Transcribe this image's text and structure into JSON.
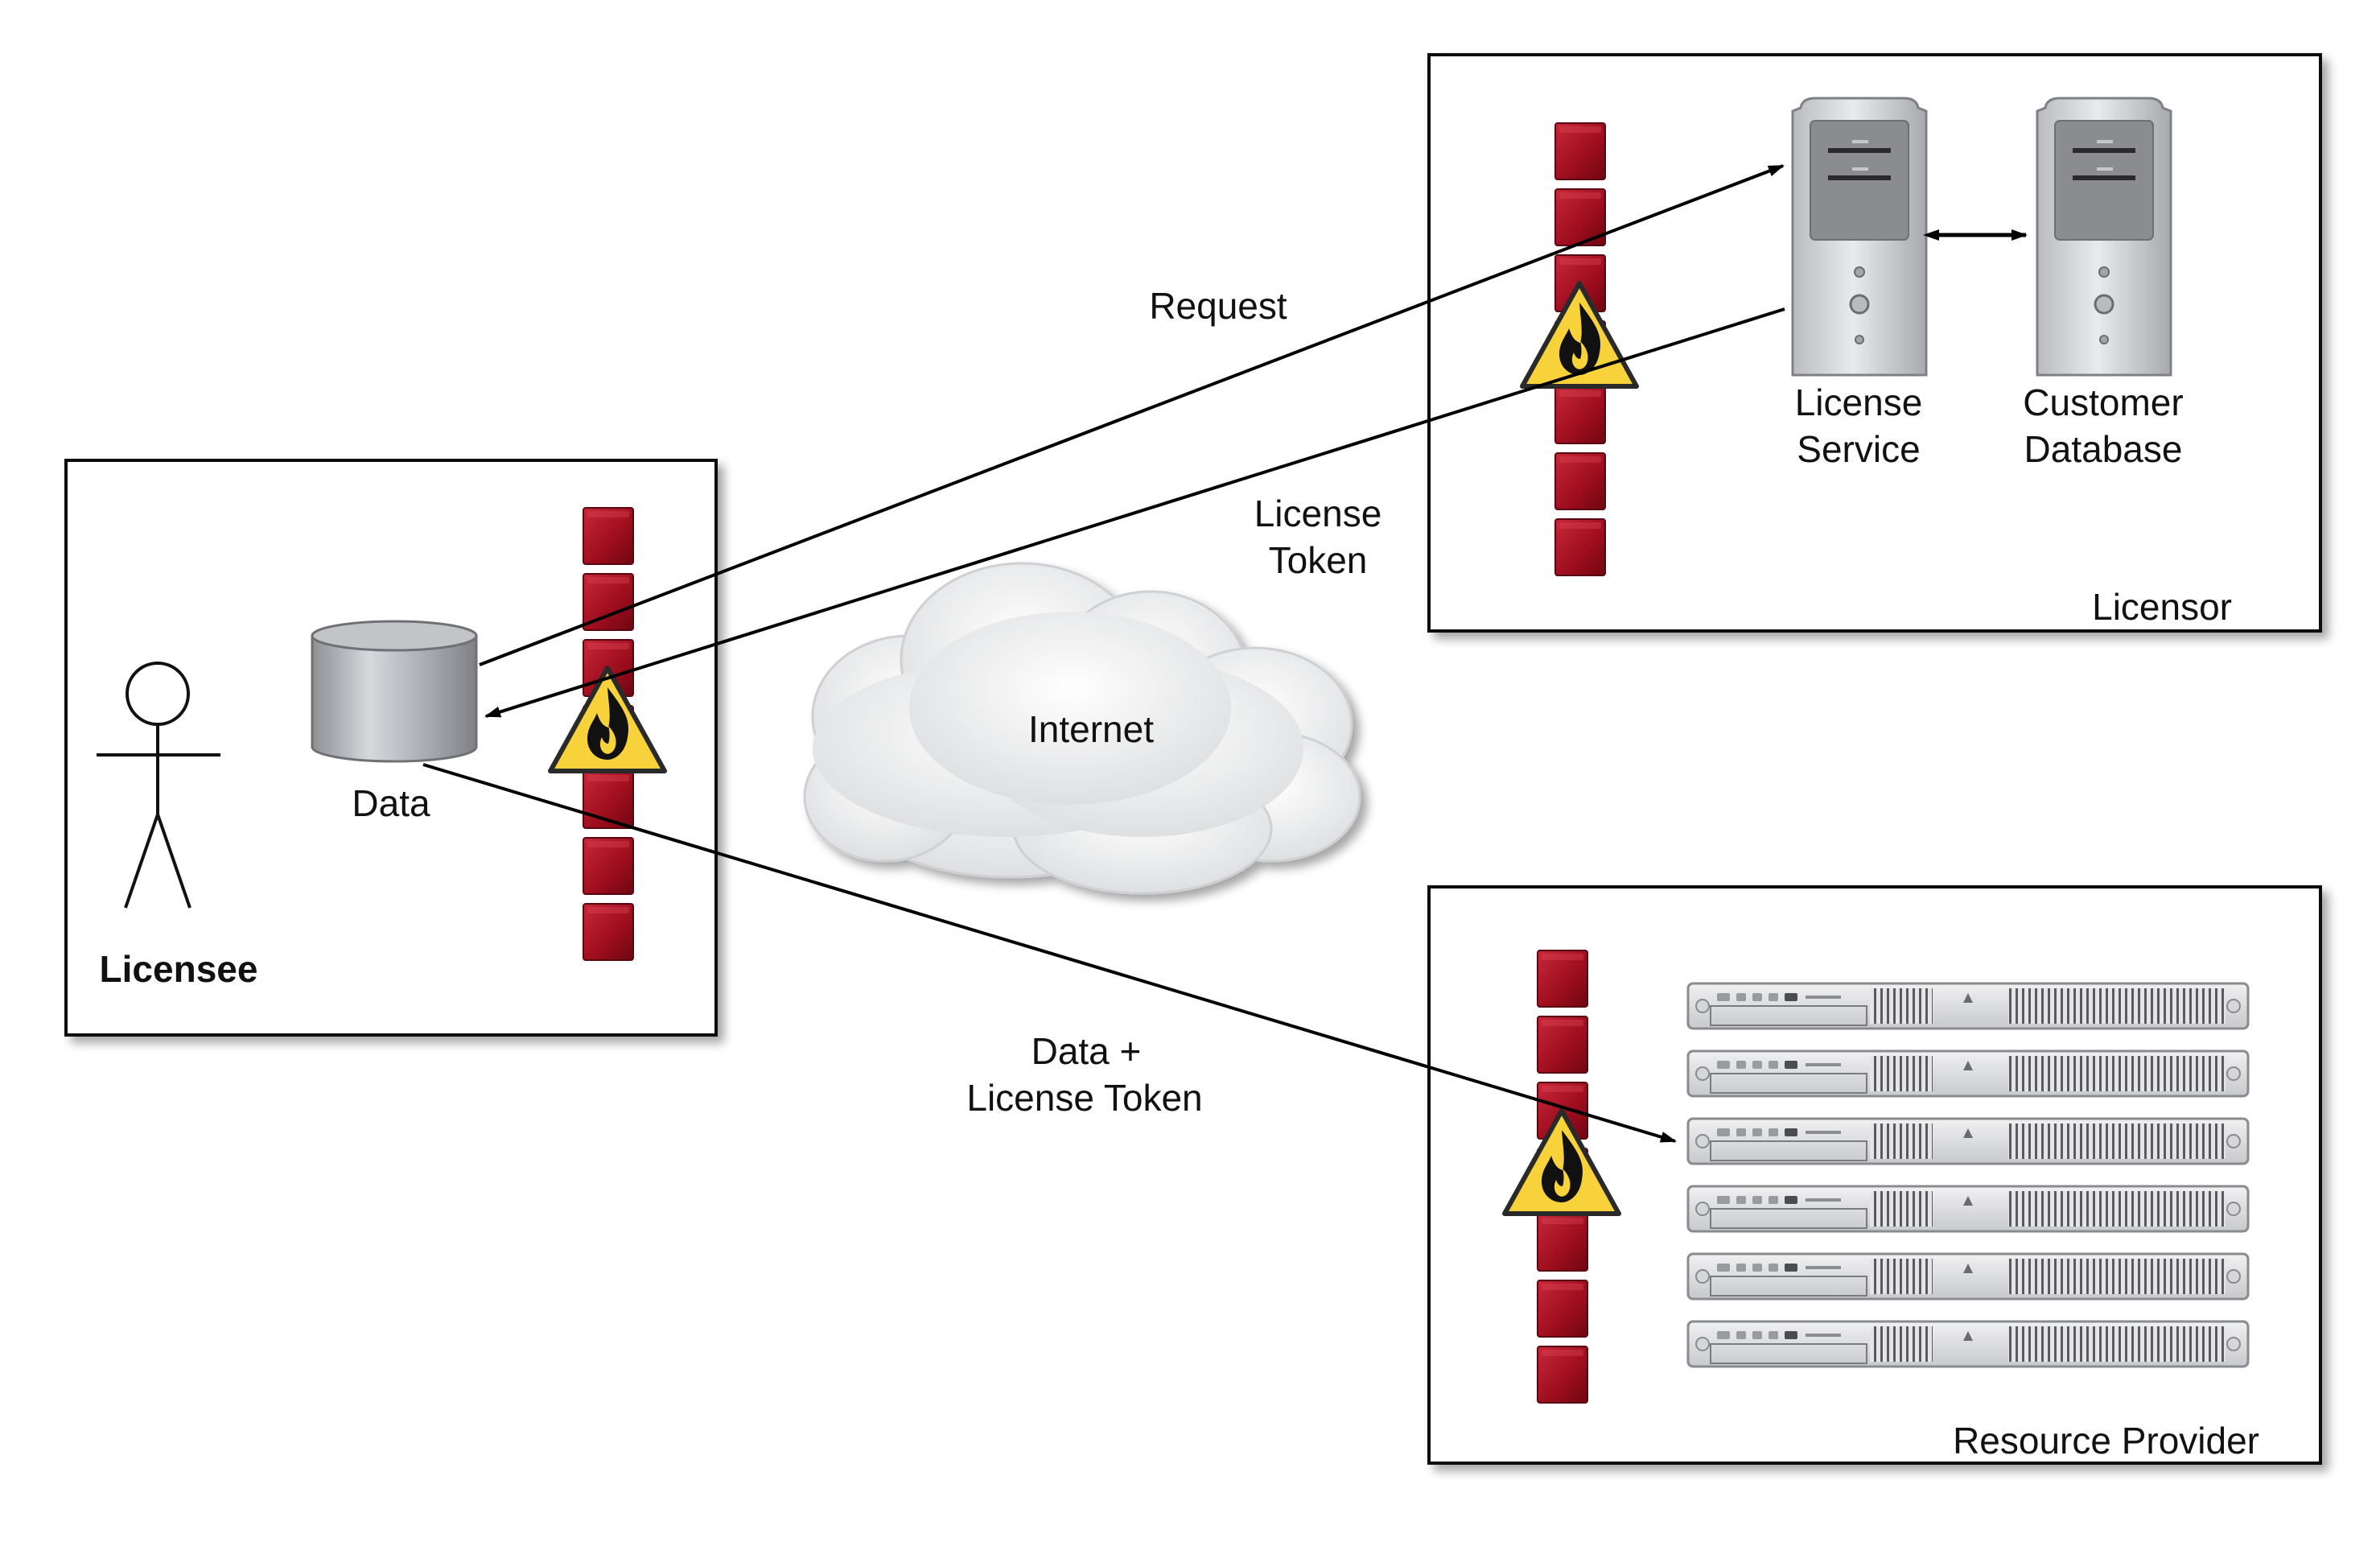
{
  "licensee": {
    "title": "Licensee",
    "data_label": "Data"
  },
  "licensor": {
    "title": "Licensor",
    "server1_line1": "License",
    "server1_line2": "Service",
    "server2_line1": "Customer",
    "server2_line2": "Database"
  },
  "resource_provider": {
    "title": "Resource Provider"
  },
  "cloud": {
    "label": "Internet"
  },
  "arrows": {
    "request": "Request",
    "token_line1": "License",
    "token_line2": "Token",
    "data_line1": "Data +",
    "data_line2": "License Token"
  },
  "colors": {
    "firewall_red": "#a01020",
    "warning_yellow": "#f7d23a",
    "box_border": "#111111"
  }
}
